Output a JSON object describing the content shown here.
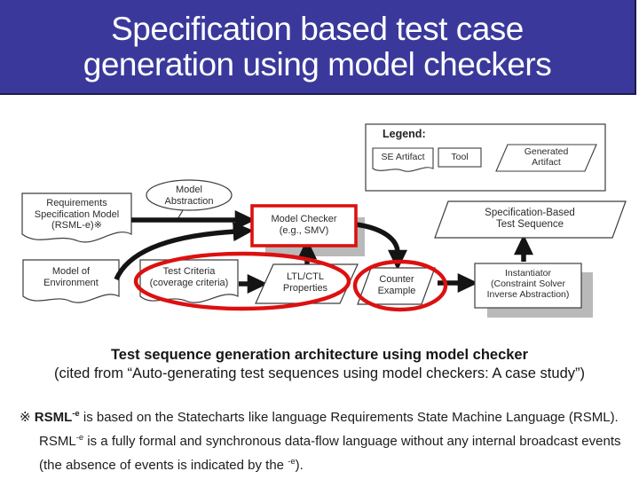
{
  "title": "Specification based test case generation using model checkers",
  "colors": {
    "banner_bg": "#3a399b",
    "banner_border": "#1b1b50",
    "highlight_red": "#dd1010",
    "shadow_gray": "#b9b9b9",
    "line_dark": "#1a1a1a"
  },
  "legend": {
    "title": "Legend:",
    "se_artifact": "SE Artifact",
    "tool": "Tool",
    "generated_artifact": [
      "Generated",
      "Artifact"
    ]
  },
  "diagram": {
    "requirements_model": [
      "Requirements",
      "Specification Model",
      "(RSML-e)※"
    ],
    "model_abstraction": [
      "Model",
      "Abstraction"
    ],
    "model_checker": [
      "Model Checker",
      "(e.g., SMV)"
    ],
    "spec_based_test_sequence": [
      "Specification-Based",
      "Test Sequence"
    ],
    "model_of_environment": [
      "Model of",
      "Environment"
    ],
    "test_criteria": [
      "Test Criteria",
      "(coverage criteria)"
    ],
    "ltl_ctl_properties": [
      "LTL/CTL",
      "Properties"
    ],
    "counter_example": [
      "Counter",
      "Example"
    ],
    "instantiator": [
      "Instantiator",
      "(Constraint Solver",
      "Inverse Abstraction)"
    ]
  },
  "caption": {
    "line1": "Test sequence generation architecture using model checker",
    "line2": "(cited from “Auto-generating test sequences using model checkers: A case study”)"
  },
  "footnote": {
    "marker": "※ ",
    "term1": "RSML",
    "sup1": "-e",
    "text1": " is based on the Statecharts like language Requirements State Machine Language (RSML).",
    "term2": "RSML",
    "sup2": "-e",
    "text2": " is a fully formal and synchronous data-flow language without any internal broadcast events",
    "text3_pre": "(the absence of events is indicated by the ",
    "sup3": "-e",
    "text3_post": ")."
  }
}
